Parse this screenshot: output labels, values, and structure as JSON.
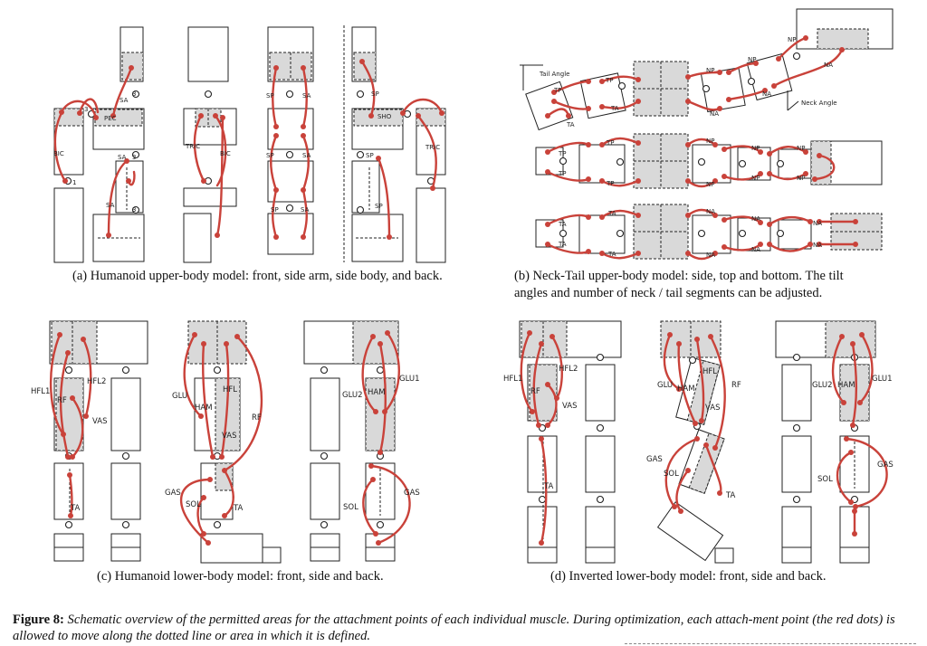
{
  "captions": {
    "a": "(a)  Humanoid upper-body model: front, side arm, side body, and back.",
    "b1": "(b)  Neck-Tail upper-body model: side, top and bottom.  The tilt",
    "b2": "angles and number of neck / tail segments can be adjusted.",
    "c": "(c)  Humanoid lower-body model: front, side and back.",
    "d": "(d)  Inverted lower-body model: front, side and back."
  },
  "figure_caption": {
    "label": "Figure 8:",
    "text": "Schematic overview of the permitted areas for the attachment points of each individual muscle. During optimization, each attach-ment point (the red dots) is allowed to move along the dotted line or area in which it is defined."
  },
  "labels": {
    "sa": "SA",
    "pec": "PEC",
    "bic": "BIC",
    "tric": "TRIC",
    "sp": "SP",
    "sho": "SHO",
    "n3": "3",
    "n1": "1",
    "tp": "TP",
    "ta": "TA",
    "np": "NP",
    "na": "NA",
    "tail_angle": "Tail Angle",
    "neck_angle": "Neck Angle",
    "hfl1": "HFL1",
    "hfl2": "HFL2",
    "rf": "RF",
    "vas": "VAS",
    "glu": "GLU",
    "hfl": "HFL",
    "ham": "HAM",
    "glu1": "GLU1",
    "glu2": "GLU2",
    "gas": "GAS",
    "sol": "SOL"
  },
  "colors": {
    "muscle": "#c9423a",
    "region": "#d9d9d9",
    "outline": "#222222"
  }
}
